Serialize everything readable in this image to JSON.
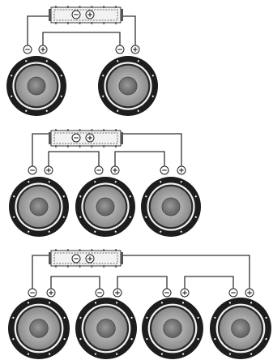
{
  "diagram": {
    "configurations": [
      {
        "speaker_count": 2,
        "wiring": "series"
      },
      {
        "speaker_count": 3,
        "wiring": "series"
      },
      {
        "speaker_count": 4,
        "wiring": "series"
      }
    ],
    "amplifier_terminals": [
      "negative",
      "positive"
    ],
    "speaker_terminals": [
      "negative",
      "positive"
    ],
    "colors": {
      "wire": "#333333",
      "speaker_frame": "#1d1d1d",
      "cone_outer": "#8a8a8a",
      "cone_inner": "#cfcfcf",
      "dust_cap": "#7a7a7a"
    }
  }
}
